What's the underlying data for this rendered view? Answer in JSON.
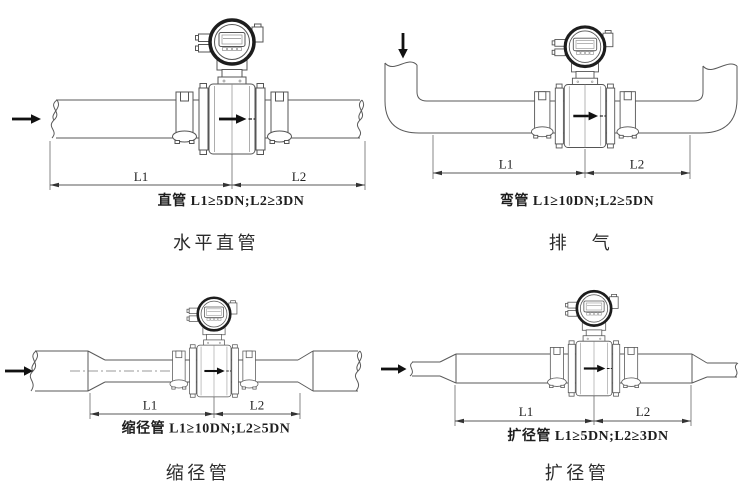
{
  "colors": {
    "background": "#ffffff",
    "drawing_line": "#5a5a5a",
    "transmitter_ring": "#1d1d1d",
    "flow_arrow": "#111111",
    "text": "#2b2b2b"
  },
  "device": "electromagnetic-flowmeter",
  "diagrams": [
    {
      "key": "horizontal-straight-pipe",
      "caption": "水平直管",
      "spec": "直管 L1≥5DN;L2≥3DN",
      "l1": "L1",
      "l2": "L2"
    },
    {
      "key": "vent-bend-pipe",
      "caption": "排　气",
      "spec": "弯管  L1≥10DN;L2≥5DN",
      "l1": "L1",
      "l2": "L2"
    },
    {
      "key": "reducing-pipe",
      "caption": "缩径管",
      "spec": "缩径管  L1≥10DN;L2≥5DN",
      "l1": "L1",
      "l2": "L2"
    },
    {
      "key": "expanding-pipe",
      "caption": "扩径管",
      "spec": "扩径管  L1≥5DN;L2≥3DN",
      "l1": "L1",
      "l2": "L2"
    }
  ]
}
